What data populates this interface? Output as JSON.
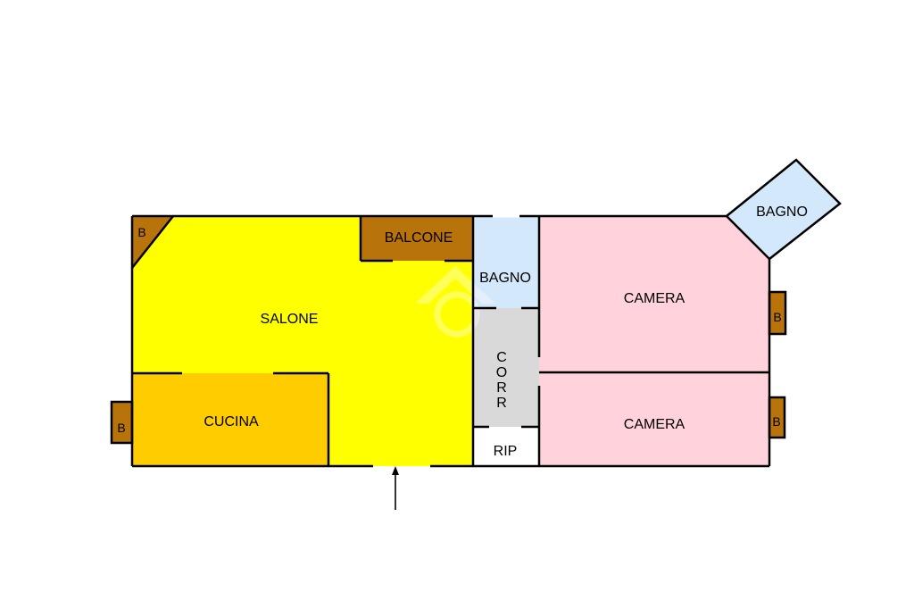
{
  "rooms": {
    "salone": "SALONE",
    "cucina": "CUCINA",
    "balcone": "BALCONE",
    "bagno_center": "BAGNO",
    "bagno_corner": "BAGNO",
    "corr_letters": [
      "C",
      "O",
      "R",
      "R"
    ],
    "rip": "RIP",
    "camera_top": "CAMERA",
    "camera_bottom": "CAMERA"
  },
  "small_balconies": {
    "b_top_left": "B",
    "b_left": "B",
    "b_right_top": "B",
    "b_right_bottom": "B"
  },
  "colors": {
    "salone": "#ffff00",
    "cucina": "#ffcc00",
    "balcony": "#b8730a",
    "bagno": "#d4e8fb",
    "corridor": "#d9d9d9",
    "rip": "#ffffff",
    "camera": "#ffd2dc",
    "wall": "#000000"
  },
  "entrance_icon": "entrance-arrow-icon",
  "watermark_icon": "logo-watermark-icon"
}
